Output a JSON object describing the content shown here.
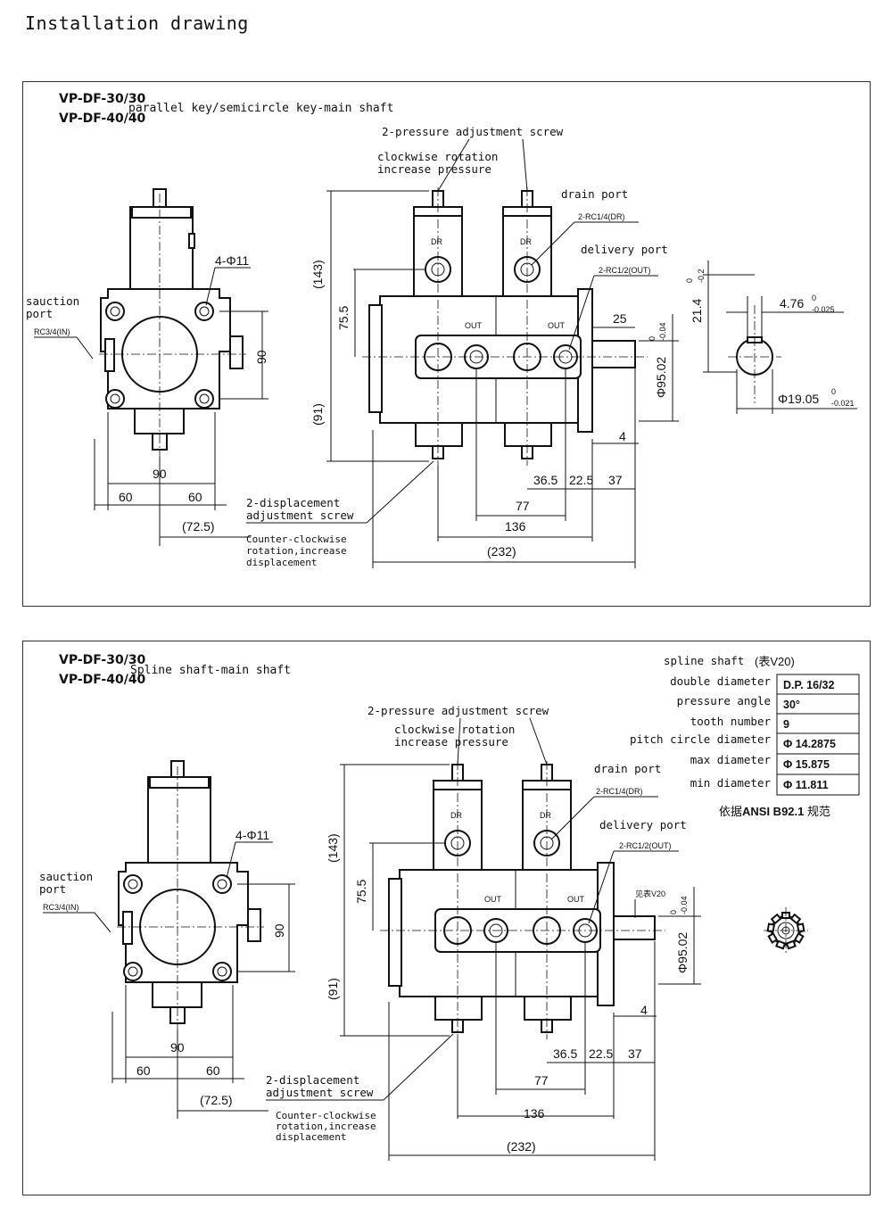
{
  "page_title": "Installation drawing",
  "diagrams": [
    {
      "models": [
        "VP-DF-30/30",
        "VP-DF-40/40"
      ],
      "subtitle": "parallel key/semicircle key-main shaft",
      "labels": {
        "pressure_screw": "2-pressure adjustment screw",
        "clockwise_1": "clockwise rotation",
        "clockwise_2": "increase pressure",
        "drain_port": "drain port",
        "drain_spec": "2-RC1/4(DR)",
        "delivery_port": "delivery port",
        "delivery_spec": "2-RC1/2(OUT)",
        "suction_1": "sauction",
        "suction_2": "port",
        "suction_spec": "RC3/4(IN)",
        "holes": "4-Φ11",
        "disp_screw_1": "2-displacement",
        "disp_screw_2": "adjustment screw",
        "ccw_1": "Counter-clockwise",
        "ccw_2": "rotation,increase",
        "ccw_3": "displacement",
        "dr": "DR",
        "out": "OUT"
      },
      "dims": {
        "d90_top": "90",
        "d60_left": "60",
        "d60_right": "60",
        "d72_5": "(72.5)",
        "d90_side": "90",
        "d143": "(143)",
        "d75_5": "75.5",
        "d91": "(91)",
        "d36_5": "36.5",
        "d22_5": "22.5",
        "d37": "37",
        "d77": "77",
        "d136": "136",
        "d232": "(232)",
        "d25": "25",
        "d4": "4",
        "d95": "Φ95.02",
        "d95_tol_top": "0",
        "d95_tol_bot": "-0.04",
        "d21_4": "21.4",
        "d21_4_tol_top": "0",
        "d21_4_tol_bot": "-0.2",
        "d4_76": "4.76",
        "d4_76_tol_top": "0",
        "d4_76_tol_bot": "-0.025",
        "d19_05": "Φ19.05",
        "d19_05_tol_top": "0",
        "d19_05_tol_bot": "-0.021"
      }
    },
    {
      "models": [
        "VP-DF-30/30",
        "VP-DF-40/40"
      ],
      "subtitle": "Spline shaft-main shaft",
      "labels": {
        "pressure_screw": "2-pressure adjustment screw",
        "clockwise_1": "clockwise rotation",
        "clockwise_2": "increase pressure",
        "drain_port": "drain port",
        "drain_spec": "2-RC1/4(DR)",
        "delivery_port": "delivery port",
        "delivery_spec": "2-RC1/2(OUT)",
        "suction_1": "sauction",
        "suction_2": "port",
        "suction_spec": "RC3/4(IN)",
        "holes": "4-Φ11",
        "disp_screw_1": "2-displacement",
        "disp_screw_2": "adjustment screw",
        "ccw_1": "Counter-clockwise",
        "ccw_2": "rotation,increase",
        "ccw_3": "displacement",
        "see_table": "见表V20",
        "dr": "DR",
        "out": "OUT"
      },
      "dims": {
        "d90_top": "90",
        "d60_left": "60",
        "d60_right": "60",
        "d72_5": "(72.5)",
        "d90_side": "90",
        "d143": "(143)",
        "d75_5": "75.5",
        "d91": "(91)",
        "d36_5": "36.5",
        "d22_5": "22.5",
        "d37": "37",
        "d77": "77",
        "d136": "136",
        "d232": "(232)",
        "d4": "4",
        "d95": "Φ95.02",
        "d95_tol_top": "0",
        "d95_tol_bot": "-0.04"
      }
    }
  ],
  "spline_table": {
    "title_prefix": "spline shaft",
    "title_suffix": "(表V20)",
    "rows": [
      {
        "label": "double diameter",
        "value": "D.P. 16/32"
      },
      {
        "label": "pressure angle",
        "value": "30°"
      },
      {
        "label": "tooth number",
        "value": "9"
      },
      {
        "label": "pitch circle diameter",
        "value": "Φ 14.2875"
      },
      {
        "label": "max diameter",
        "value": "Φ 15.875"
      },
      {
        "label": "min diameter",
        "value": "Φ 11.811"
      }
    ],
    "footnote_prefix": "依据",
    "footnote_bold": "ANSI B92.1",
    "footnote_suffix": " 规范"
  }
}
